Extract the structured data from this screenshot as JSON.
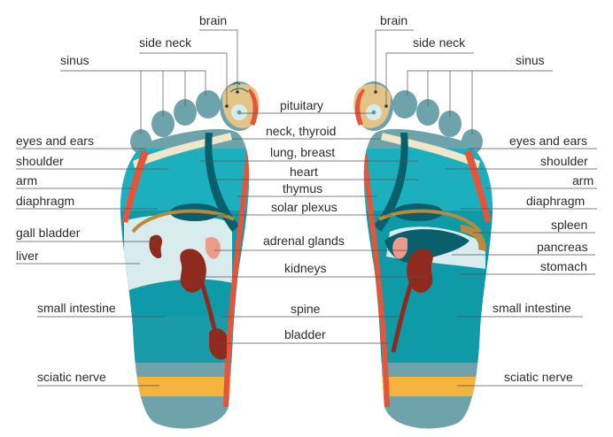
{
  "colors": {
    "skin": "#6fa3ab",
    "teal": "#0f9aa8",
    "teal_dark": "#0a5f6c",
    "cyan_band": "#1cb0bf",
    "pale": "#d8ecee",
    "red": "#e5553b",
    "gold": "#f4b33c",
    "tan": "#e3c486",
    "kidney": "#8f2a1e",
    "pink": "#ee9a8a",
    "brown": "#b98a3a",
    "line": "#555555",
    "text": "#2a2a33"
  },
  "labels": {
    "brain_l": "brain",
    "brain_r": "brain",
    "side_neck_l": "side neck",
    "side_neck_r": "side neck",
    "sinus_l": "sinus",
    "sinus_r": "sinus",
    "pituitary": "pituitary",
    "neck_thyroid": "neck, thyroid",
    "eyes_ears_l": "eyes and ears",
    "eyes_ears_r": "eyes and ears",
    "lung_breast": "lung, breast",
    "shoulder_l": "shoulder",
    "shoulder_r": "shoulder",
    "heart": "heart",
    "arm_l": "arm",
    "arm_r": "arm",
    "thymus": "thymus",
    "diaphragm_l": "diaphragm",
    "diaphragm_r": "diaphragm",
    "solar_plexus": "solar plexus",
    "spleen": "spleen",
    "gall_bladder": "gall bladder",
    "adrenal_glands": "adrenal glands",
    "pancreas": "pancreas",
    "liver": "liver",
    "stomach": "stomach",
    "kidneys": "kidneys",
    "small_intestine_l": "small intestine",
    "small_intestine_r": "small intestine",
    "spine": "spine",
    "bladder": "bladder",
    "sciatic_l": "sciatic nerve",
    "sciatic_r": "sciatic nerve"
  }
}
